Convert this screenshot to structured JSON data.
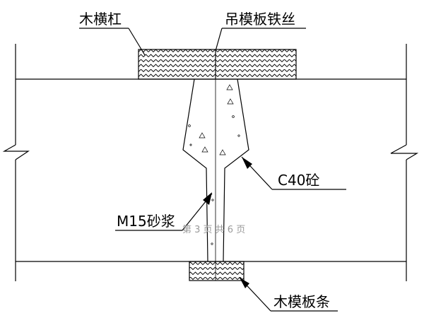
{
  "labels": {
    "wood_crossbar": "木横杠",
    "hanging_wire": "吊模板铁丝",
    "concrete": "C40砼",
    "mortar": "M15砂浆",
    "wood_strip": "木模板条"
  },
  "watermark": "第 3 页 共 6 页",
  "colors": {
    "line": "#000000",
    "hatch": "#000000",
    "watermark": "#9a9a9a",
    "background": "#ffffff"
  }
}
